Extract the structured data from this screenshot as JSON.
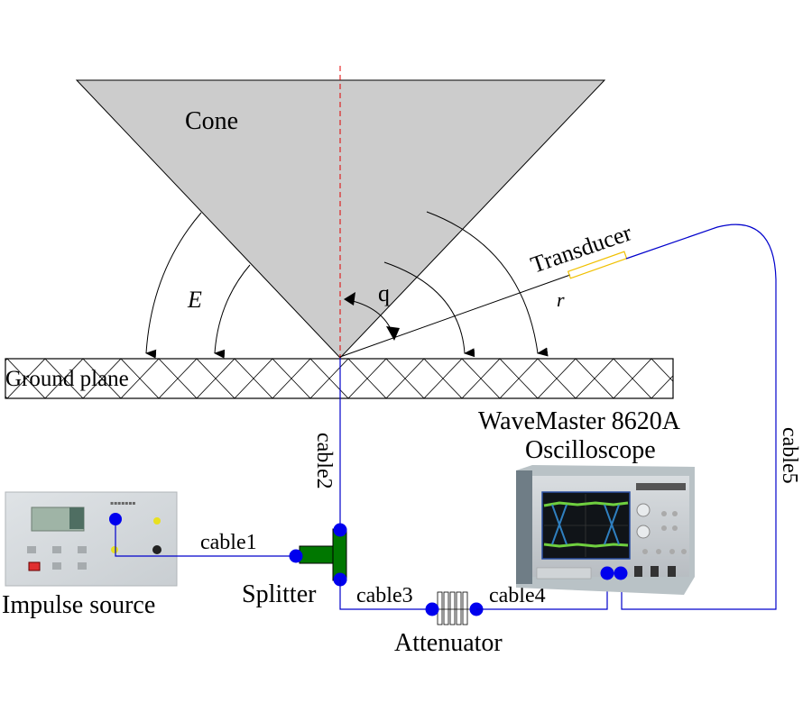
{
  "labels": {
    "cone": "Cone",
    "e_field": "E",
    "theta": "q",
    "r": "r",
    "transducer": "Transducer",
    "ground_plane": "Ground plane",
    "oscilloscope_model": "WaveMaster 8620A",
    "oscilloscope": "Oscilloscope",
    "impulse_source": "Impulse source",
    "splitter": "Splitter",
    "attenuator": "Attenuator",
    "cable1": "cable1",
    "cable2": "cable2",
    "cable3": "cable3",
    "cable4": "cable4",
    "cable5": "cable5"
  },
  "colors": {
    "cone_fill": "#cccccc",
    "axis_dashed": "#e00000",
    "cable": "#0000cc",
    "connector": "#0000ee",
    "splitter": "#007700",
    "transducer": "#f0c000",
    "scope_screen": "#101418",
    "trace_green": "#6fcf3f",
    "trace_blue": "#2f7fbf"
  }
}
